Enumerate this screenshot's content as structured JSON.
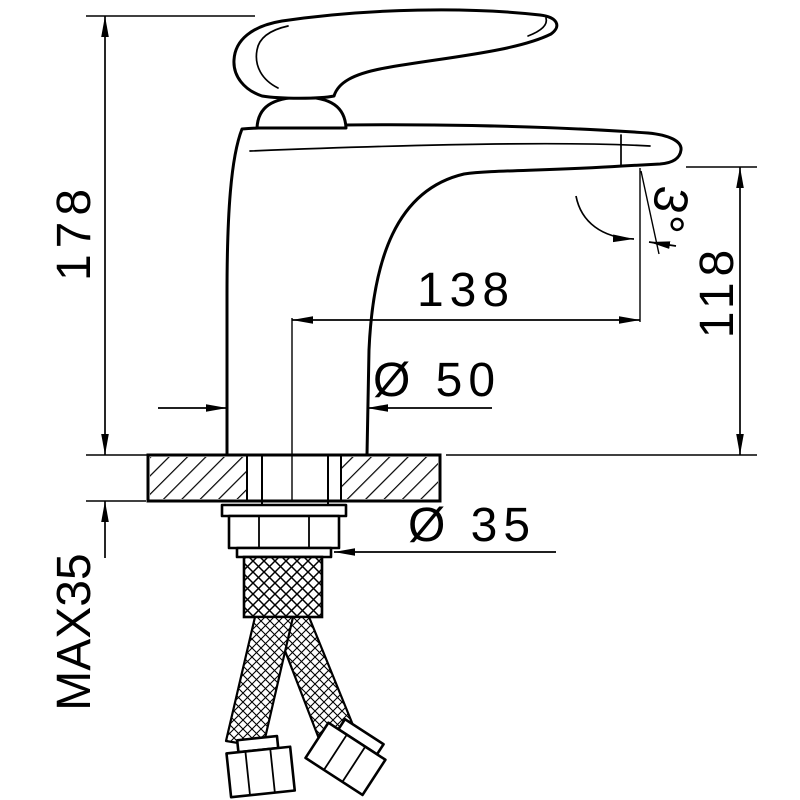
{
  "drawing": {
    "subject": "single-lever basin faucet installation dimension drawing",
    "background_color": "#ffffff",
    "line_color": "#000000",
    "units": "mm",
    "labels": {
      "overall_height": "178",
      "spout_reach": "138",
      "outlet_height": "118",
      "outlet_angle": "3°",
      "base_diameter": "Ø 50",
      "shank_diameter": "Ø 35",
      "max_deck_thickness": "MAX35"
    }
  }
}
